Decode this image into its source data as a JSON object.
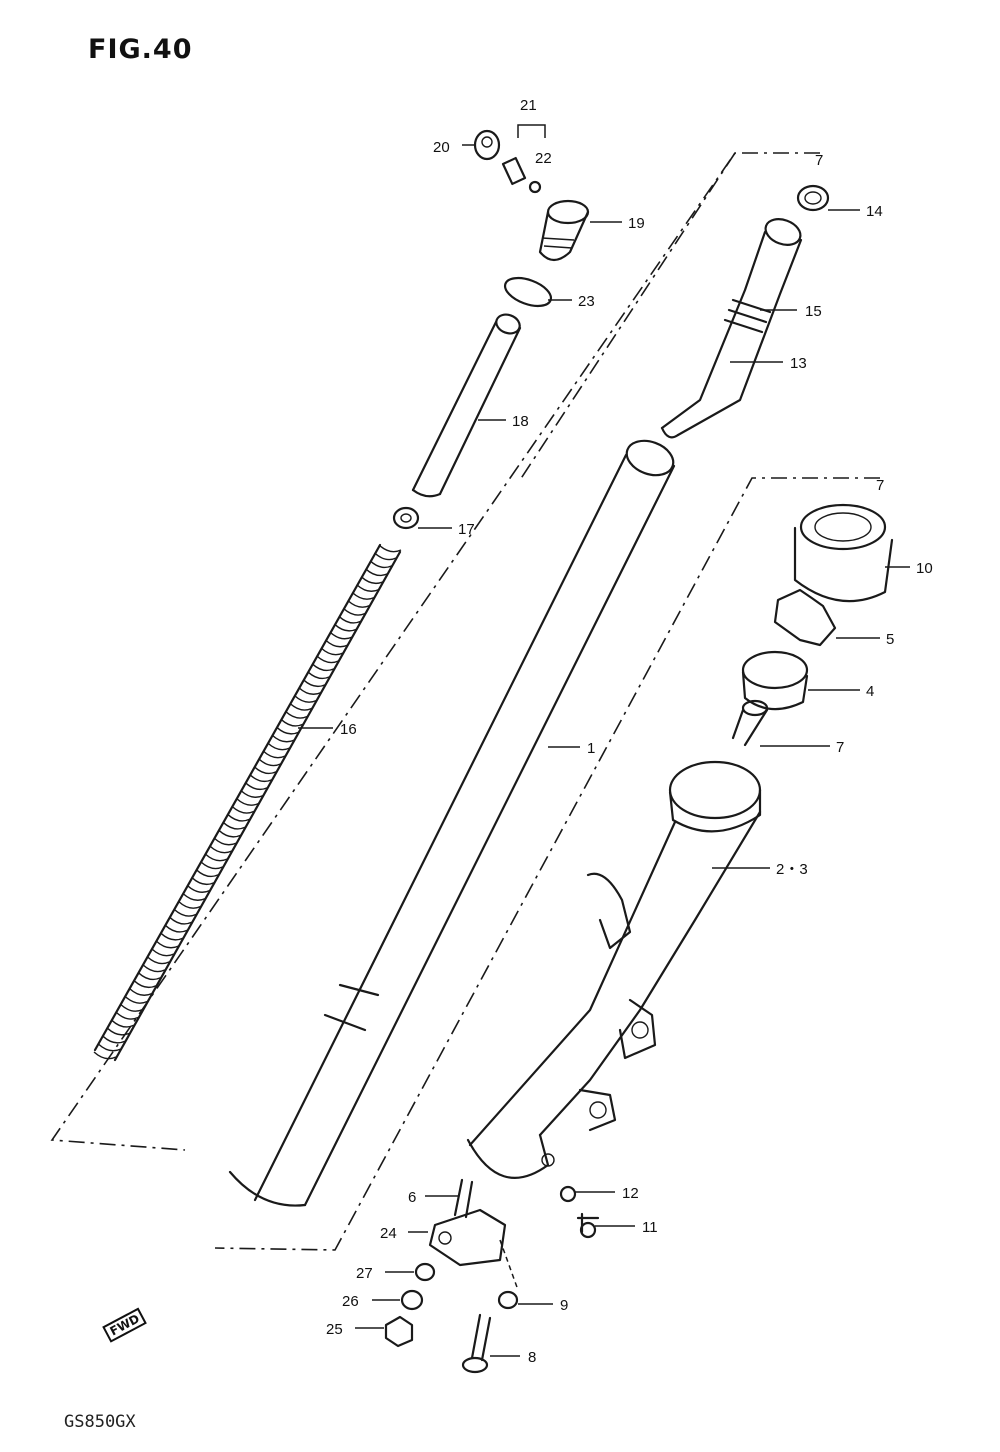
{
  "figure_title": "FIG.40",
  "model_code": "GS850GX",
  "direction_marker": "FWD",
  "callouts": {
    "p1": "1",
    "p2_3": "2・3",
    "p4": "4",
    "p5": "5",
    "p6": "6",
    "p7a": "7",
    "p7b": "7",
    "p7c": "7",
    "p8": "8",
    "p9": "9",
    "p10": "10",
    "p11": "11",
    "p12": "12",
    "p13": "13",
    "p14": "14",
    "p15": "15",
    "p16": "16",
    "p17": "17",
    "p18": "18",
    "p19": "19",
    "p20": "20",
    "p21": "21",
    "p22": "22",
    "p23": "23",
    "p24": "24",
    "p25": "25",
    "p26": "26",
    "p27": "27"
  }
}
